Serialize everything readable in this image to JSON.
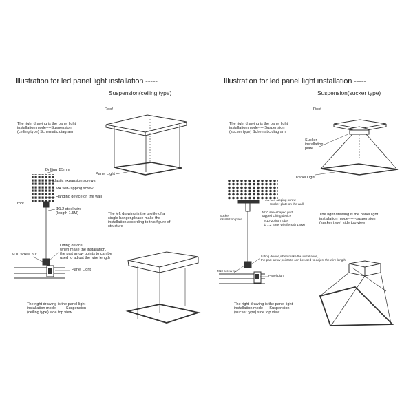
{
  "left": {
    "title": "Illustration for led panel light installation -----",
    "subtitle": "Suspension(ceiling type)",
    "roof_label": "Roof",
    "schematic_note": "The right drawing is the panel light\ninstallation mode----Suspension\n(ceiling type) Schematic diagram",
    "panel_light_label": "Panel Light",
    "drilling_label": "Drilling Φ5mm",
    "expansion_label": "Plastic expansion screws",
    "tapping_label": "M4 self-tapping screw",
    "hanging_label": "Hanging device on the wall",
    "roof_small_label": "roof",
    "wire_label": "Φ1.2 steel wire\n(length 1.5M)",
    "profile_note": "The left drawing is the profile of a\nsingle hanger,please make the\ninstallation according to this figure of\nstructure",
    "lifting_label": "Lifting device,\nwhen make the installation,\nthe part arrow points to can be\nused to adjust the wire length",
    "screw_nut_label": "M10 screw nut",
    "panel_light_label_2": "Panel Light",
    "side_view_note": "The right drawing is the panel light\ninstallation mode--------Suspension\n(ceiling type) side top view"
  },
  "right": {
    "title": "Illustration for led panel light installation -----",
    "subtitle": "Suspension(sucker type)",
    "roof_label": "Roof",
    "schematic_note": "The right drawing is the panel light\ninstallation mode-----Suspension\n(sucker type) Schematic diagram",
    "sucker_label": "Sucker\ninstallation\nplate",
    "panel_light_label": "Panel Light",
    "m4_label": "M4 self-tapping screw",
    "sucker_plate_label": "Sucker plate on the wall",
    "sucker_small_label": "Sucker\ninstallation plate",
    "m10_label": "M10 saw-shaped part\ntapped Lifting device",
    "m10_iron_label": "M10*20 iron tube",
    "wire_label": "ф 1.2 Steel wire(length 1.5M)",
    "side_view_note_top": "The right drawing is the panel light\ninstallation mode------suspension\n(sucker type) side top view",
    "lifting_label": "Lifting device,when make the installation,\nthe part arrow points to can be used to adjust the wire length",
    "screw_nut_label": "M10 screw nut",
    "panel_light_label_2": "Panel Light",
    "side_view_note": "The right drawing is the panel light\ninstallation mode-----Suspension\n(sucker type) side top view"
  }
}
